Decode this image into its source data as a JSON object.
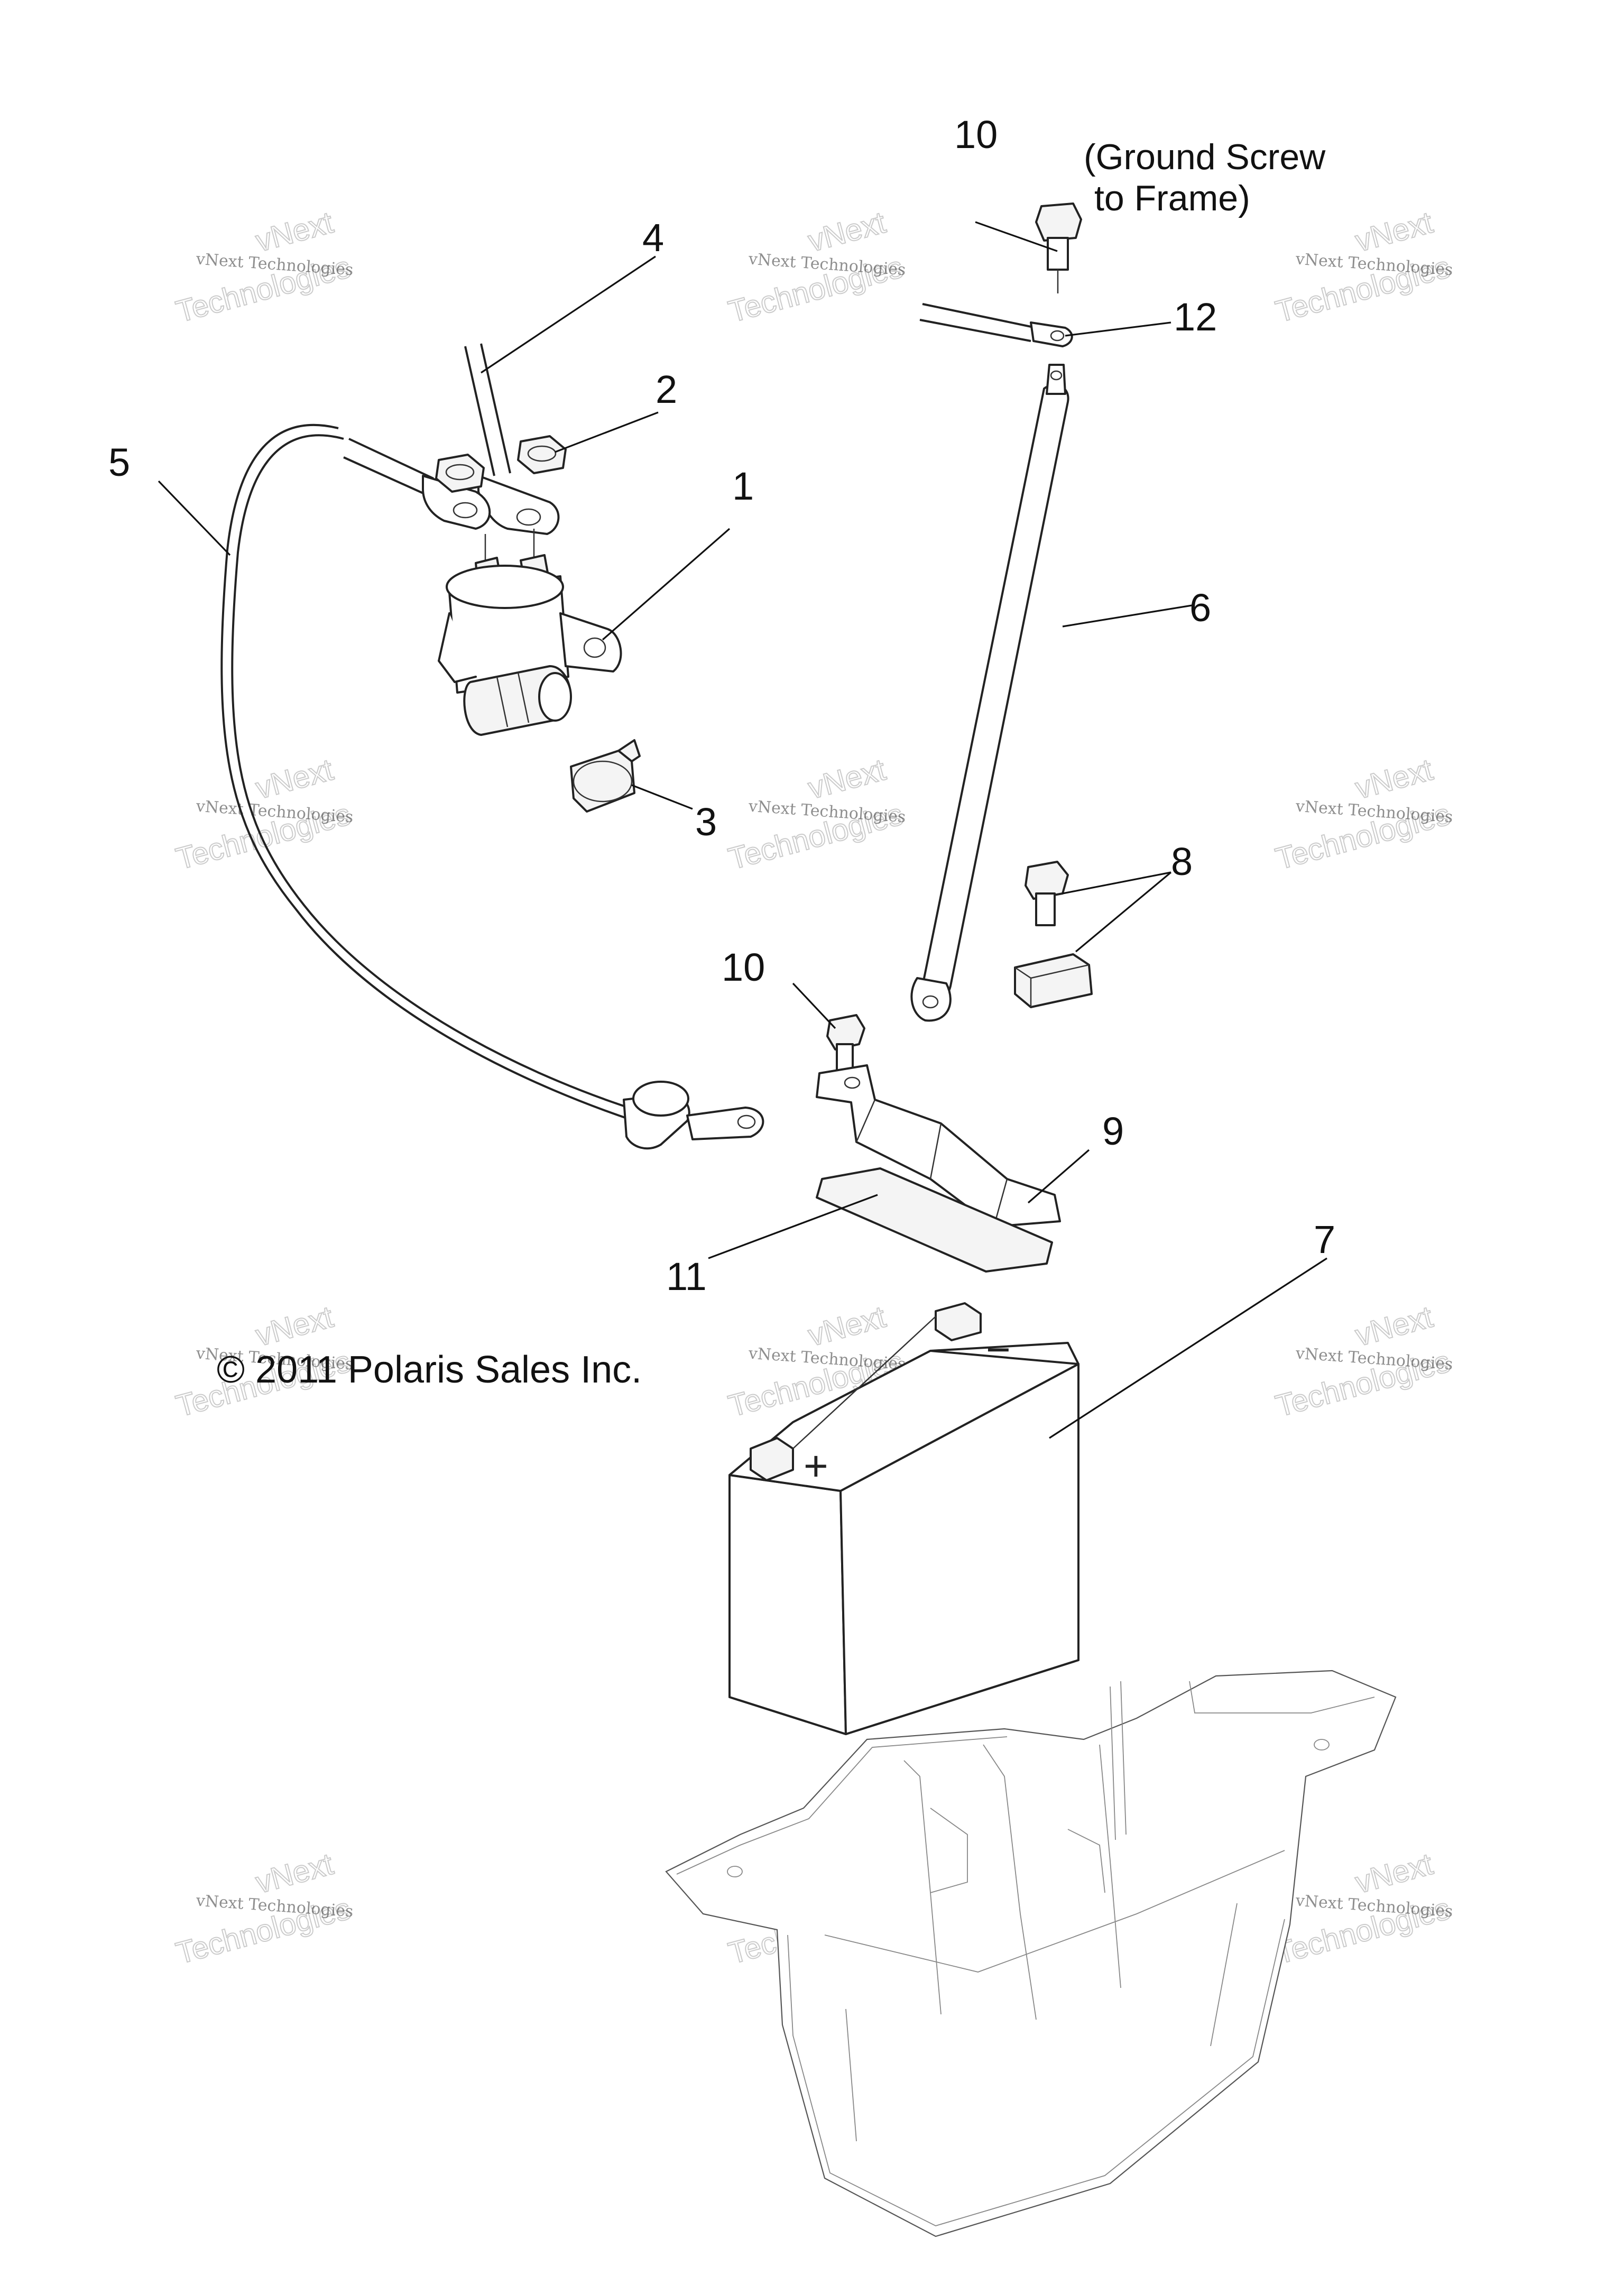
{
  "callouts": {
    "c1": "1",
    "c2": "2",
    "c3": "3",
    "c4": "4",
    "c5": "5",
    "c6": "6",
    "c7": "7",
    "c8": "8",
    "c9": "9",
    "c10_top": "10",
    "c10_mid": "10",
    "c11": "11",
    "c12": "12"
  },
  "notes": {
    "ground_line1": "(Ground Screw",
    "ground_line2": "to Frame)"
  },
  "copyright": "© 2011 Polaris Sales Inc.",
  "battery_symbols": {
    "negative": "−",
    "positive": "+"
  },
  "watermark": {
    "line1": "vNext Technologies",
    "line2": "vNext",
    "line3": "Technologies"
  }
}
